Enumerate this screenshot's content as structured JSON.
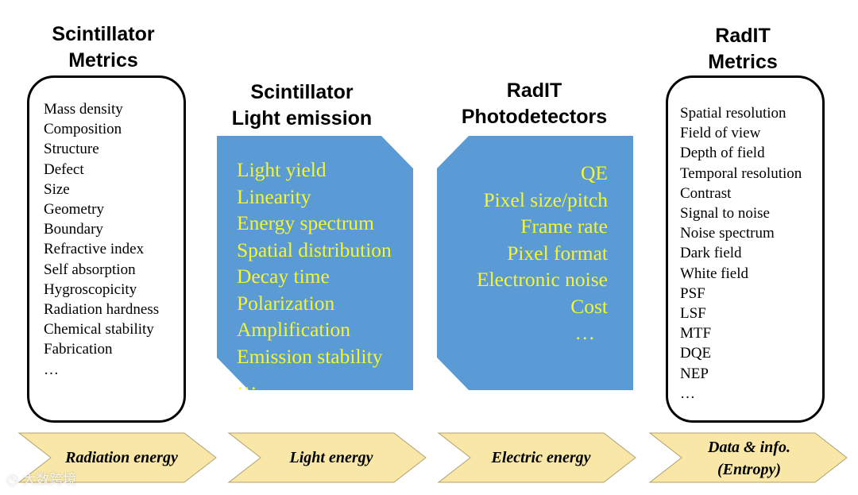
{
  "scintillator_metrics": {
    "title": [
      "Scintillator",
      "Metrics"
    ],
    "items": [
      "Mass density",
      "Composition",
      "Structure",
      "Defect",
      "Size",
      "Geometry",
      "Boundary",
      "Refractive index",
      "Self absorption",
      "Hygroscopicity",
      "Radiation hardness",
      "Chemical stability",
      "Fabrication",
      "…"
    ]
  },
  "light_emission": {
    "title": [
      "Scintillator",
      "Light emission"
    ],
    "items": [
      "Light yield",
      "Linearity",
      "Energy spectrum",
      "Spatial distribution",
      "Decay time",
      "Polarization",
      "Amplification",
      "Emission stability",
      "…"
    ]
  },
  "photodetectors": {
    "title": [
      "RadIT",
      "Photodetectors"
    ],
    "items": [
      "QE",
      "Pixel size/pitch",
      "Frame rate",
      "Pixel format",
      "Electronic noise",
      "Cost",
      "…"
    ]
  },
  "radit_metrics": {
    "title": [
      "RadIT",
      "Metrics"
    ],
    "items": [
      "Spatial resolution",
      "Field of view",
      "Depth of field",
      "Temporal resolution",
      "Contrast",
      "Signal to noise",
      "Noise spectrum",
      "Dark field",
      "White field",
      "PSF",
      "LSF",
      "MTF",
      "DQE",
      "NEP",
      "…"
    ]
  },
  "arrows": [
    {
      "label": "Radiation energy"
    },
    {
      "label": "Light energy"
    },
    {
      "label": "Electric energy"
    },
    {
      "label": "Data & info.",
      "label2": "(Entropy)"
    }
  ],
  "watermark": "大数跨境",
  "colors": {
    "panel_blue": "#5b9bd5",
    "panel_text": "#f5f531",
    "arrow_fill": "#f8e7a6"
  }
}
